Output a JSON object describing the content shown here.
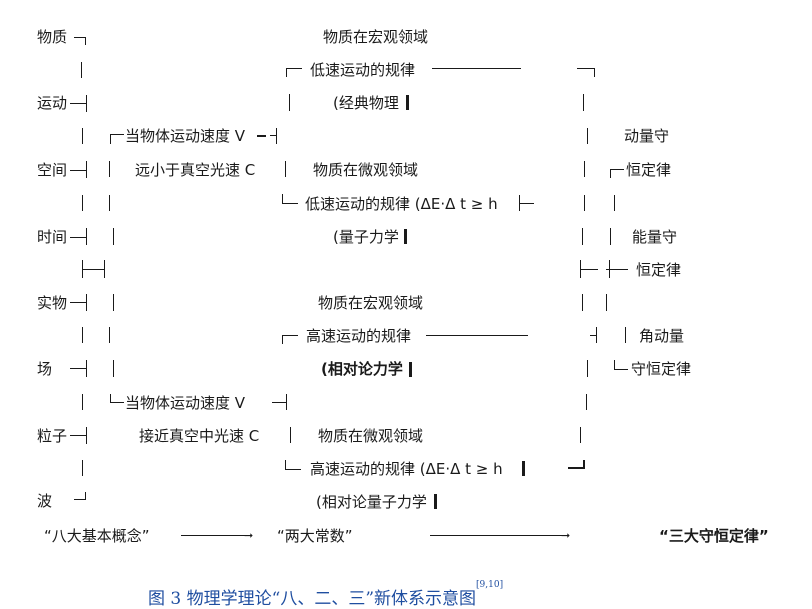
{
  "concepts": [
    "物质",
    "运动",
    "空间",
    "时间",
    "实物",
    "场",
    "粒子",
    "波"
  ],
  "blocks": [
    {
      "domain": "物质在宏观领域",
      "law": "低速运动的规律",
      "theory": "(经典物理"
    },
    {
      "domain": "物质在微观领域",
      "law": "低速运动的规律 (ΔE·Δ t ≥  h",
      "theory": "(量子力学"
    },
    {
      "domain": "物质在宏观领域",
      "law": "高速运动的规律",
      "theory": "(相对论力学"
    },
    {
      "domain": "物质在微观领域",
      "law": "高速运动的规律 (ΔE·Δ t ≥  h",
      "theory": "(相对论量子力学"
    }
  ],
  "conditions": {
    "low_speed_1": "当物体运动速度 V",
    "low_speed_2": "远小于真空光速 C",
    "high_speed_1": "当物体运动速度 V",
    "high_speed_2": "接近真空中光速 C"
  },
  "laws": {
    "momentum_1": "动量守",
    "momentum_2": "恒定律",
    "energy_1": "能量守",
    "energy_2": "恒定律",
    "angular_1": "角动量",
    "angular_2": "守恒定律"
  },
  "summary": {
    "eight": "“八大基本概念”",
    "two": "“两大常数”",
    "three": "“三大守恒定律”"
  },
  "caption": {
    "text": "图 3 物理学理论“八、二、三”新体系示意图",
    "ref": "[9,10]"
  }
}
